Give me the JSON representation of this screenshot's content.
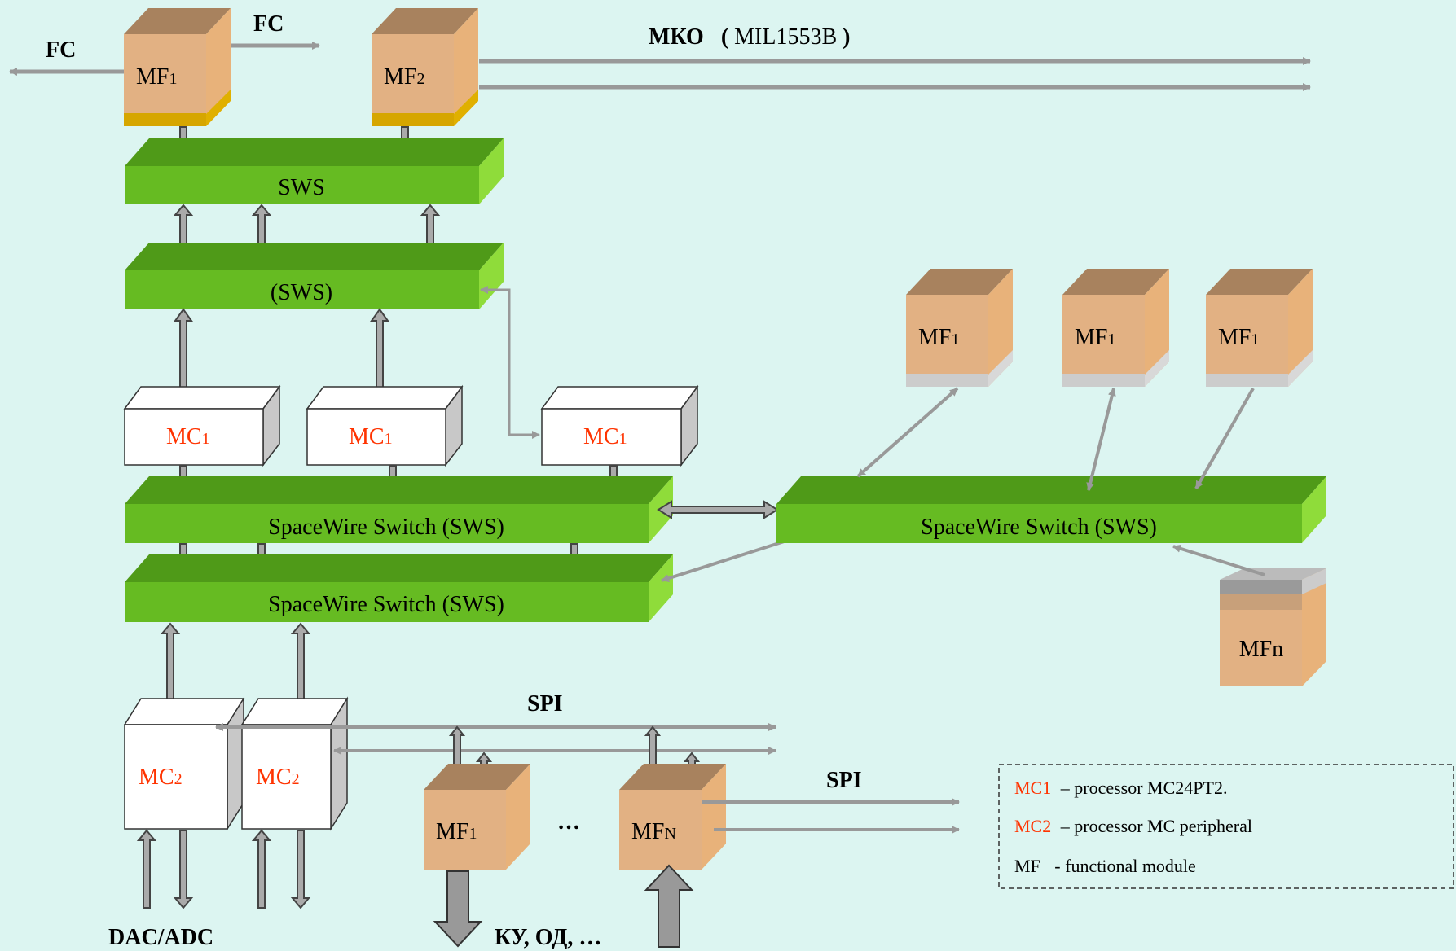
{
  "colors": {
    "background": "#dcf5f1",
    "switch_front": "#66bb22",
    "switch_top": "#4f9a18",
    "switch_side": "#8fdc3a",
    "module_front": "#e2b183",
    "module_top": "#a8825e",
    "module_side": "#edc49a",
    "controller_label": "#ff3300",
    "arrow": "#999999"
  },
  "top_labels": {
    "fc_left": "FC",
    "fc_right": "FC",
    "bus_name": "МКО",
    "bus_open": "(",
    "bus_standard": "MIL1553B",
    "bus_close": ")"
  },
  "modules": {
    "mf1_top": {
      "main": "MF",
      "sub": "1"
    },
    "mf2_top": {
      "main": "MF",
      "sub": "2"
    },
    "mf1_right_a": {
      "main": "MF",
      "sub": "1"
    },
    "mf1_right_b": {
      "main": "MF",
      "sub": "1"
    },
    "mf1_right_c": {
      "main": "MF",
      "sub": "1"
    },
    "mfn_right": {
      "main": "MFn"
    },
    "mf1_bottom": {
      "main": "MF",
      "sub": "1"
    },
    "mfn_bottom": {
      "main": "MF",
      "sub": "N"
    }
  },
  "switches": {
    "sws_1": "SWS",
    "sws_2": "(SWS)",
    "spacewire_left_1": "SpaceWire Switch (SWS)",
    "spacewire_left_2": "SpaceWire Switch (SWS)",
    "spacewire_right": "SpaceWire Switch (SWS)"
  },
  "controllers": {
    "mc1_a": {
      "main": "MC",
      "sub": "1"
    },
    "mc1_b": {
      "main": "MC",
      "sub": "1"
    },
    "mc1_c": {
      "main": "MC",
      "sub": "1"
    },
    "mc2_a": {
      "main": "MC",
      "sub": "2"
    },
    "mc2_b": {
      "main": "MC",
      "sub": "2"
    }
  },
  "bottom_labels": {
    "spi_upper": "SPI",
    "spi_lower": "SPI",
    "ellipsis": "…",
    "dac_adc": "DAC/ADC",
    "ku_od": "КУ, ОД, …"
  },
  "legend": {
    "items": [
      {
        "term": "MC1",
        "desc": "– processor MC24PT2."
      },
      {
        "term": "MC2",
        "desc": "– processor MC peripheral"
      },
      {
        "term": "MF",
        "desc": "- functional module"
      }
    ]
  }
}
